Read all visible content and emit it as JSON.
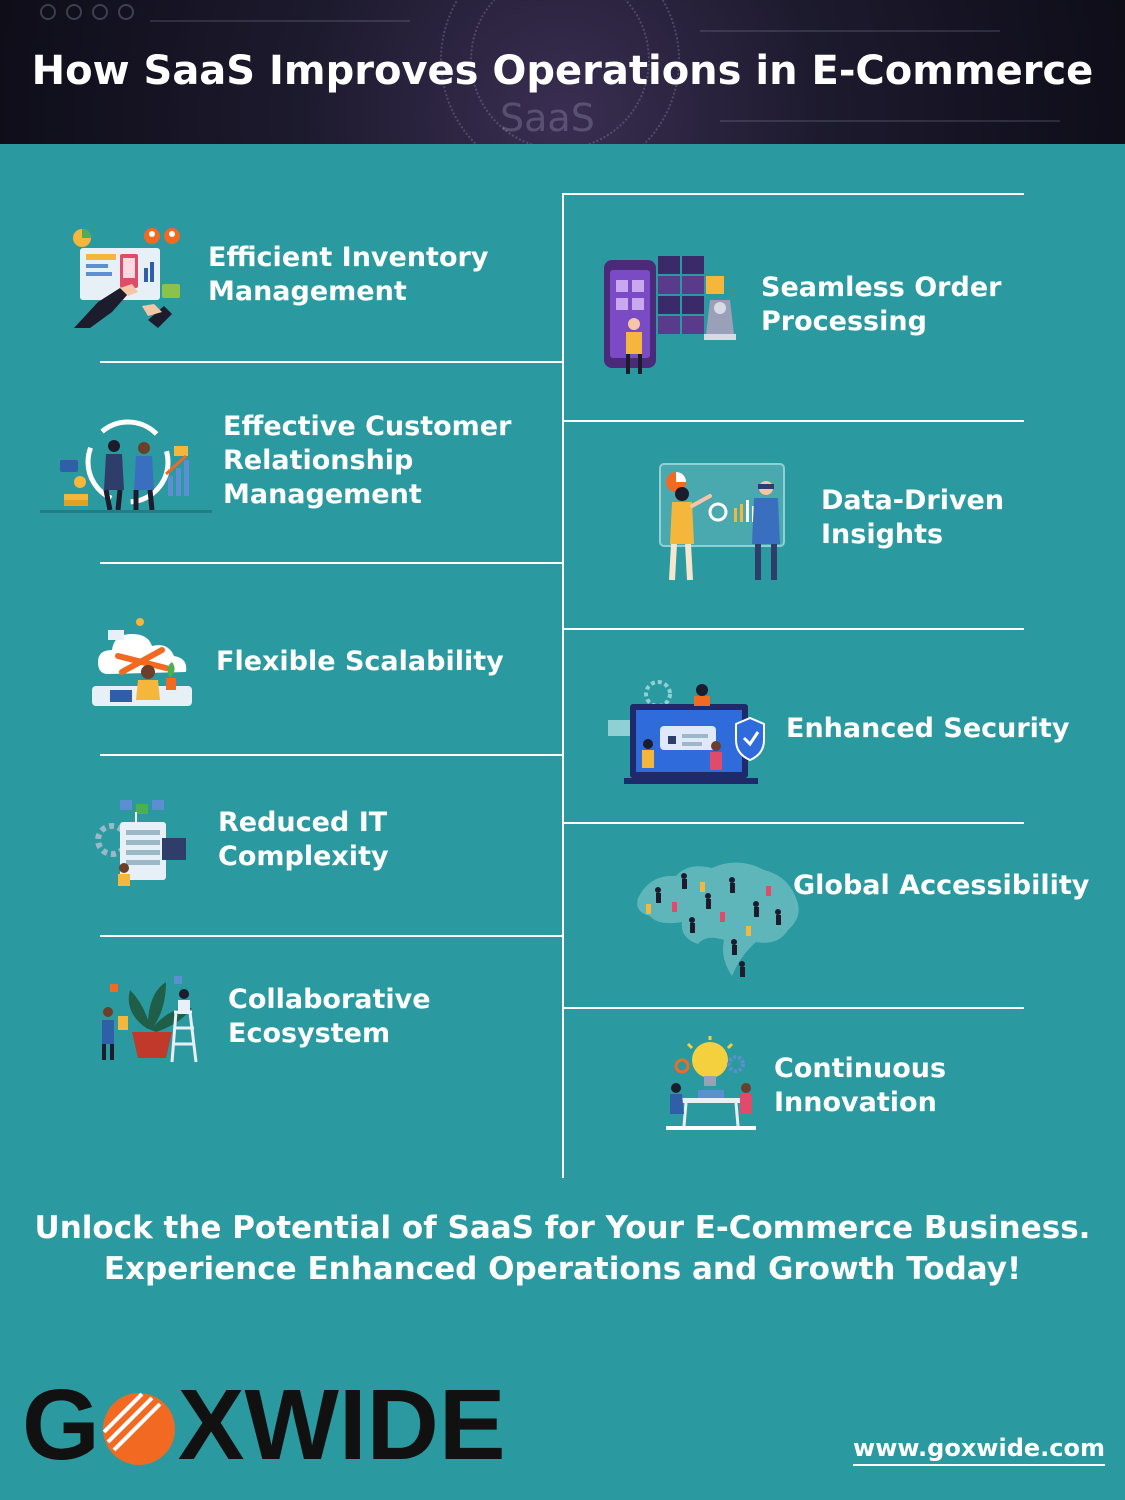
{
  "header": {
    "title": "How SaaS Improves Operations in E-Commerce",
    "decor_text": "SaaS"
  },
  "left_items": [
    {
      "label_lines": [
        "Efficient Inventory",
        "Management"
      ],
      "icon": "inventory-illustration"
    },
    {
      "label_lines": [
        "Effective Customer",
        "Relationship",
        "Management"
      ],
      "icon": "crm-illustration"
    },
    {
      "label_lines": [
        "Flexible Scalability"
      ],
      "icon": "scalability-illustration"
    },
    {
      "label_lines": [
        "Reduced IT",
        "Complexity"
      ],
      "icon": "it-complexity-illustration"
    },
    {
      "label_lines": [
        "Collaborative",
        "Ecosystem"
      ],
      "icon": "collaboration-illustration"
    }
  ],
  "right_items": [
    {
      "label_lines": [
        "Seamless Order",
        "Processing"
      ],
      "icon": "order-processing-illustration"
    },
    {
      "label_lines": [
        "Data-Driven",
        "Insights"
      ],
      "icon": "data-insights-illustration"
    },
    {
      "label_lines": [
        "Enhanced Security"
      ],
      "icon": "security-illustration"
    },
    {
      "label_lines": [
        "Global Accessibility"
      ],
      "icon": "global-map-illustration"
    },
    {
      "label_lines": [
        "Continuous",
        "Innovation"
      ],
      "icon": "innovation-illustration"
    }
  ],
  "cta": {
    "line1": "Unlock the Potential of SaaS for Your E-Commerce Business.",
    "line2": "Experience Enhanced Operations and Growth Today!"
  },
  "footer": {
    "logo_text": "GOXWIDE",
    "website": "www.goxwide.com"
  },
  "colors": {
    "background": "#2a9aa0",
    "header": "#1d1a2e",
    "text": "#ffffff",
    "logo_dark": "#111111",
    "logo_orange": "#f26a21"
  }
}
